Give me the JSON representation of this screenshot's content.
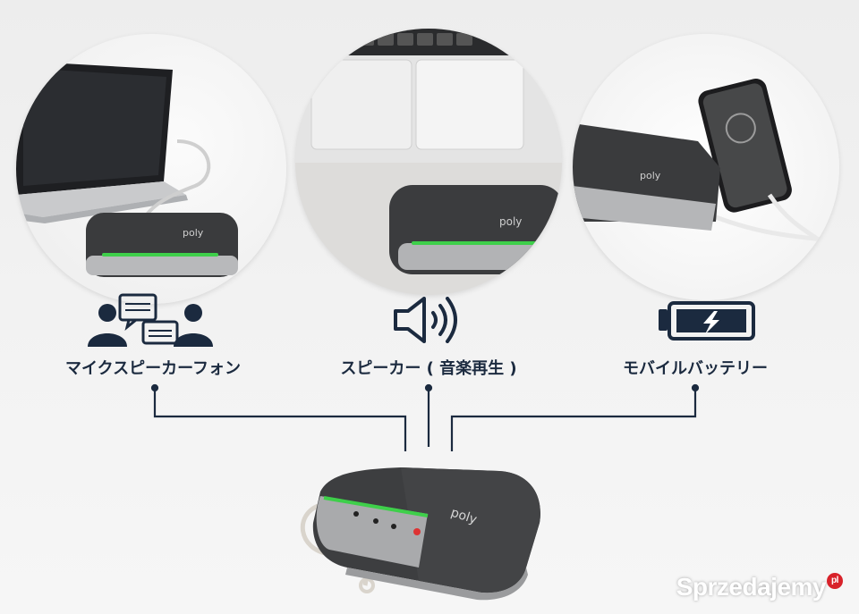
{
  "features": [
    {
      "id": "speakerphone",
      "label": "マイクスピーカーフォン",
      "icon": "chat-people-icon"
    },
    {
      "id": "speaker",
      "label": "スピーカー ( 音楽再生 )",
      "icon": "speaker-icon"
    },
    {
      "id": "battery",
      "label": "モバイルバッテリー",
      "icon": "battery-icon"
    }
  ],
  "device": {
    "brand": "poly"
  },
  "watermark": {
    "text": "Sprzedajemy",
    "badge": "pl"
  },
  "colors": {
    "label": "#1b2a3f",
    "connector": "#1b2a3f",
    "led": "#3ecf4a",
    "device_fabric": "#3e3f41"
  }
}
